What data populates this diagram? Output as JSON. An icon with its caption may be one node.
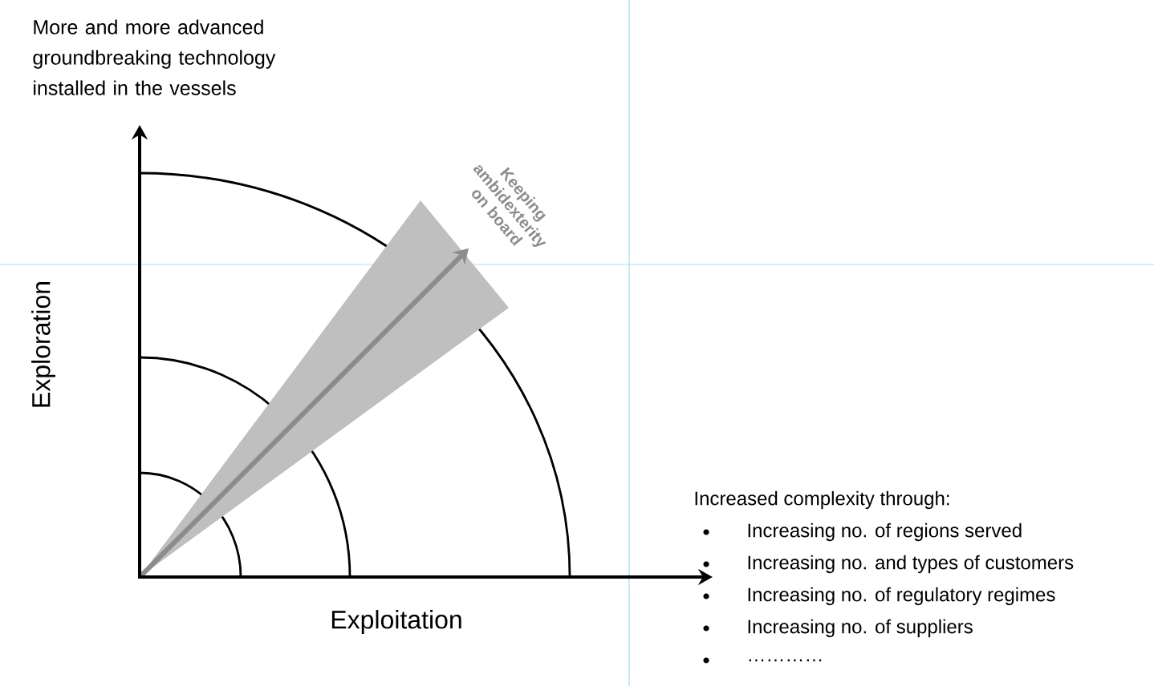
{
  "diagram": {
    "labels": [
      "More and more advanced groundbreaking technology installed in the vessels",
      "Exploration",
      "Exploitation",
      "Keeping ambidexterity on board",
      "Increased complexity through:",
      "Increasing no. of regions served",
      "Increasing no. and types of customers",
      "Increasing no. of regulatory regimes",
      "Increasing no. of suppliers",
      "…………"
    ]
  }
}
